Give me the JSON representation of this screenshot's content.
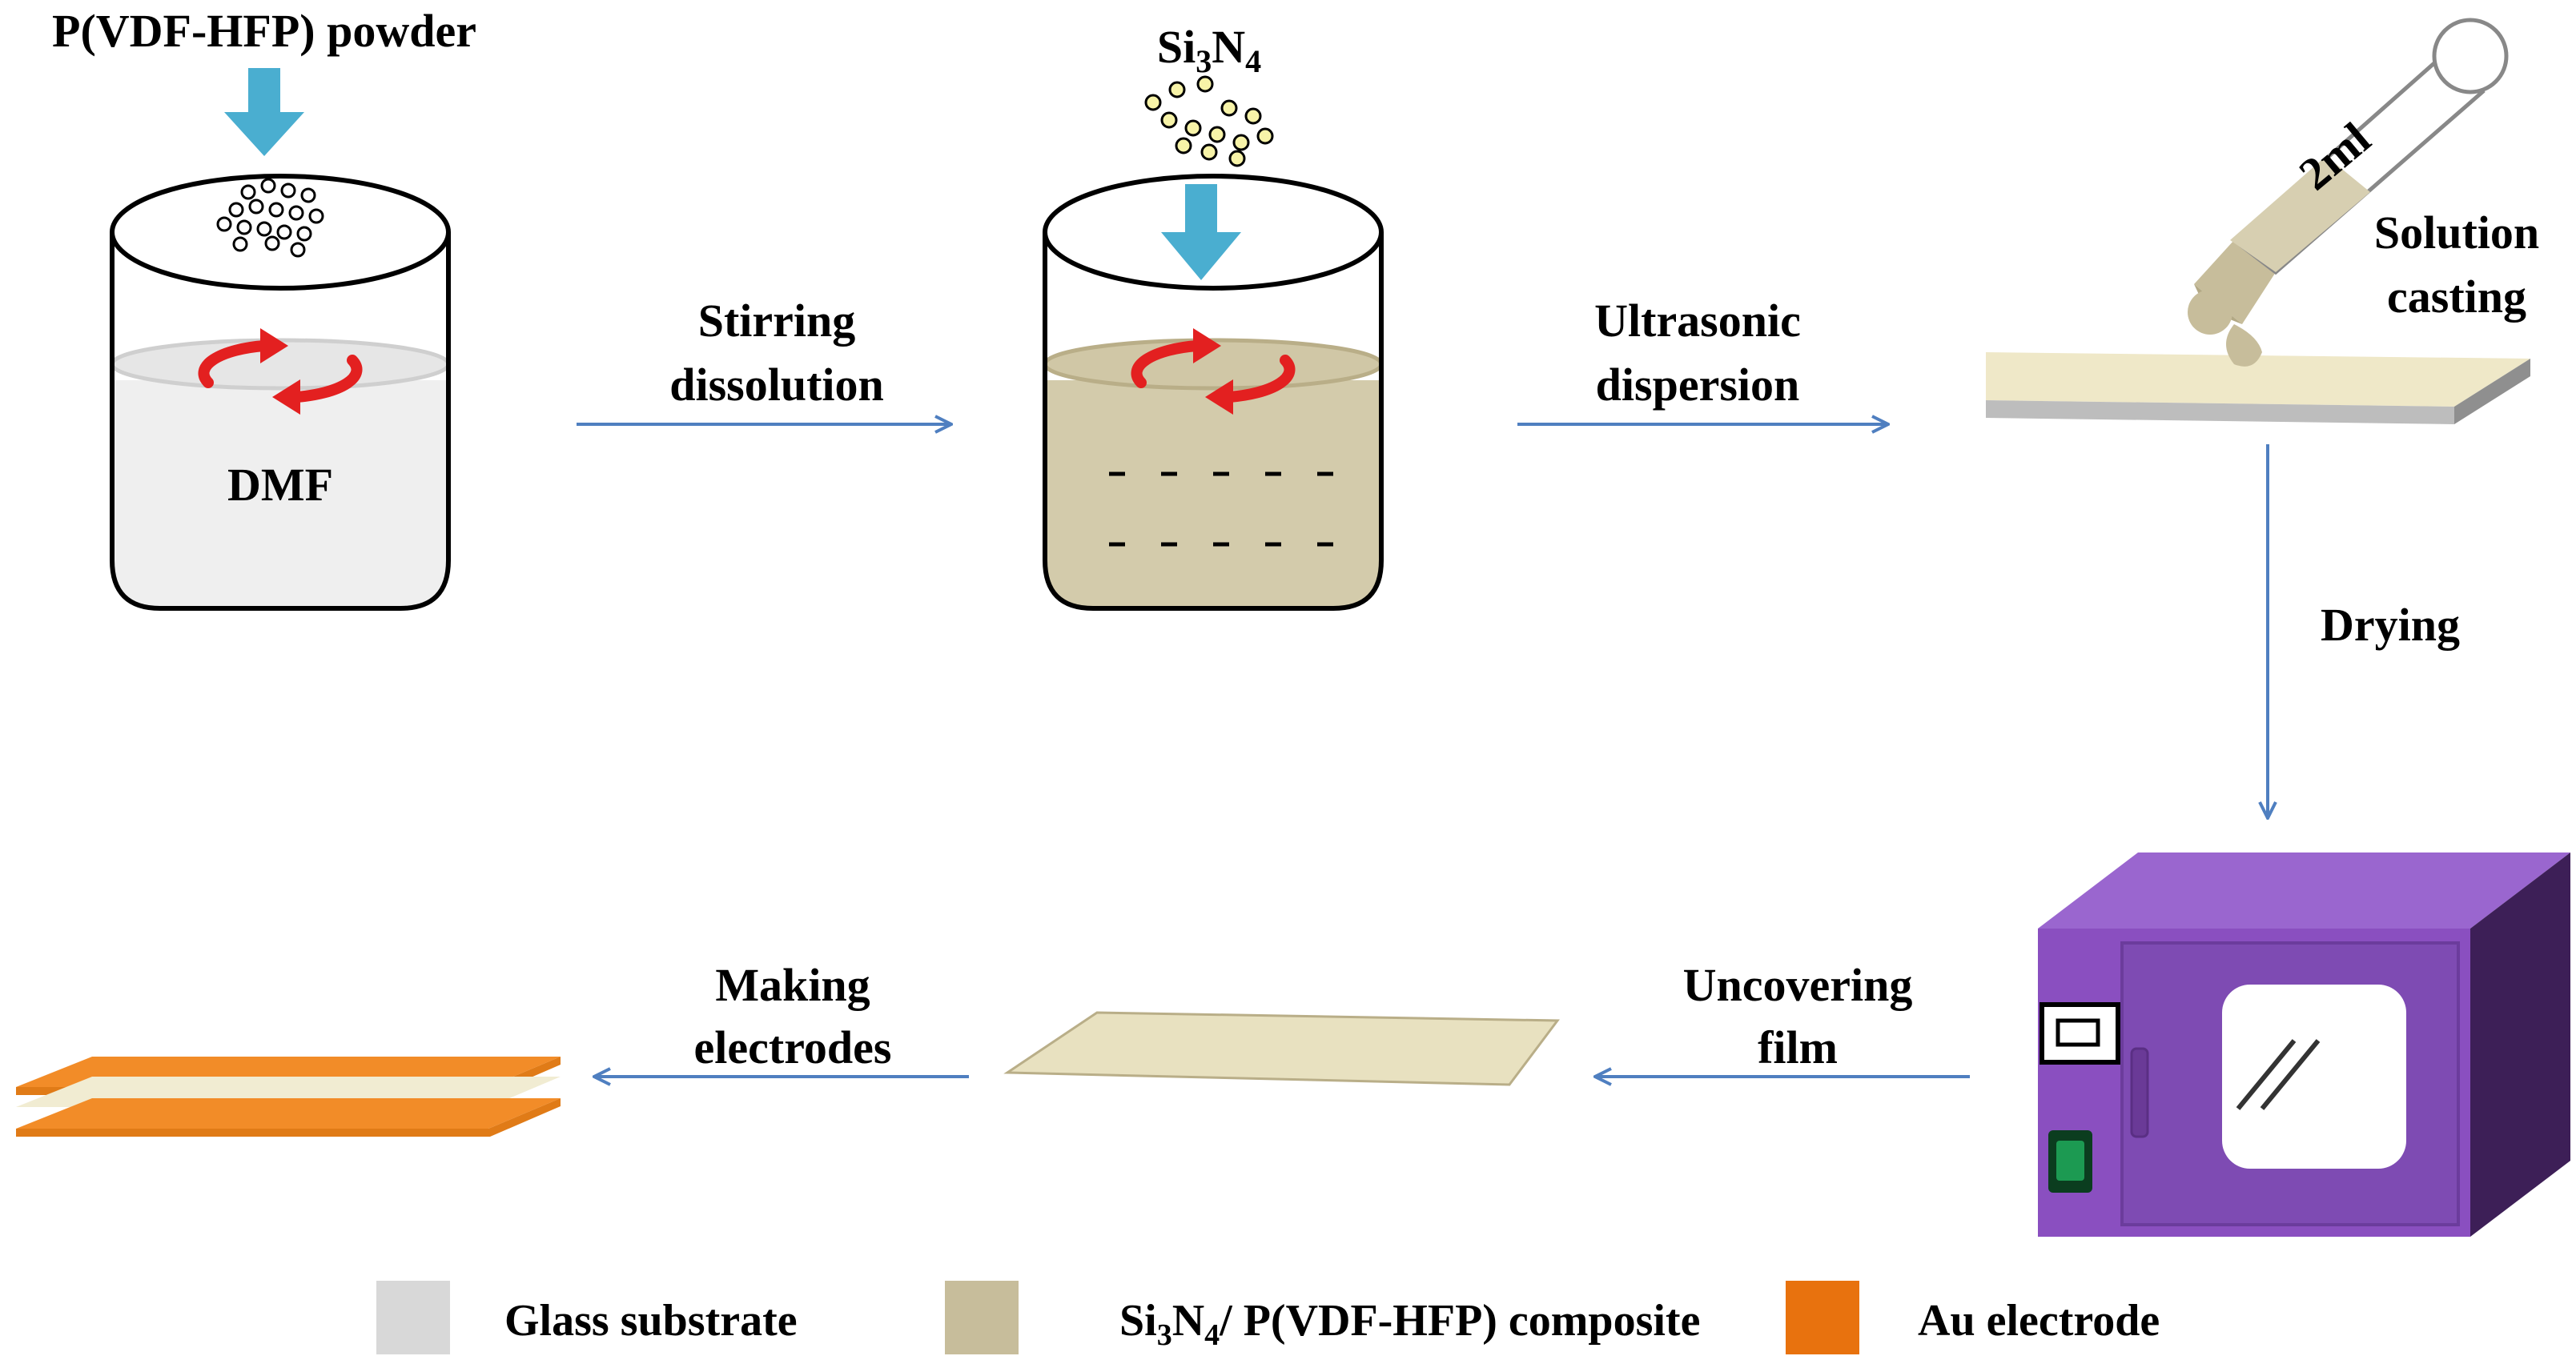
{
  "labels": {
    "powder": "P(VDF-HFP) powder",
    "dmf": "DMF",
    "si3n4_base_si": "Si",
    "si3n4_sub_3": "3",
    "si3n4_base_n": "N",
    "si3n4_sub_4": "4",
    "stirring_line1": "Stirring",
    "stirring_line2": "dissolution",
    "ultrasonic_line1": "Ultrasonic",
    "ultrasonic_line2": "dispersion",
    "pipette_volume": "2ml",
    "casting_line1": "Solution",
    "casting_line2": "casting",
    "drying": "Drying",
    "uncovering_line1": "Uncovering",
    "uncovering_line2": "film",
    "electrodes_line1": "Making",
    "electrodes_line2": "electrodes"
  },
  "legend": {
    "glass_label": "Glass substrate",
    "composite_si": "Si",
    "composite_3": "3",
    "composite_n": "N",
    "composite_4": "4",
    "composite_rest": "/ P(VDF-HFP) composite",
    "au_label": "Au electrode"
  },
  "colors": {
    "arrow_line": "#4f7fc0",
    "down_arrow": "#4aaed0",
    "stir_red": "#e32020",
    "glass": "#d8d8d8",
    "composite": "#c7bd9b",
    "film": "#e8e1c0",
    "au": "#f28c28",
    "oven_purple": "#8a4fc0"
  }
}
